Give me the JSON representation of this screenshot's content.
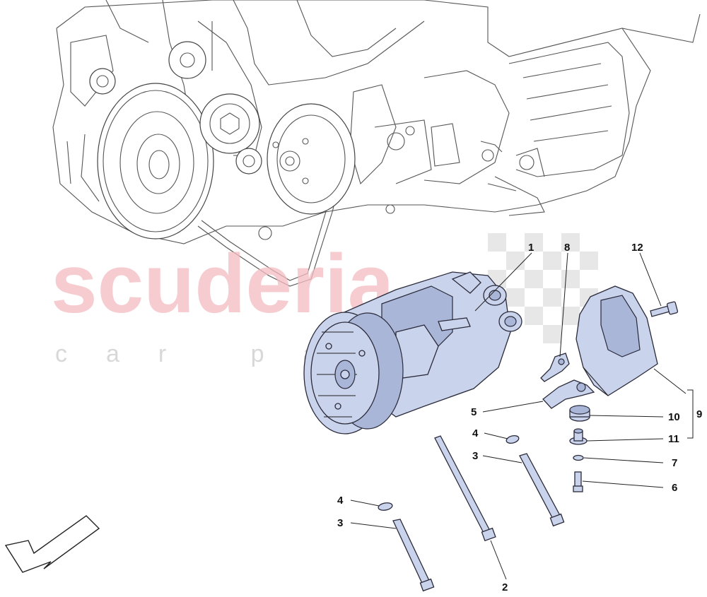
{
  "watermark": {
    "brand": "scuderia",
    "subtitle": "car parts"
  },
  "callouts": [
    {
      "id": "c1",
      "label": "1"
    },
    {
      "id": "c2",
      "label": "2"
    },
    {
      "id": "c3a",
      "label": "3"
    },
    {
      "id": "c3b",
      "label": "3"
    },
    {
      "id": "c4a",
      "label": "4"
    },
    {
      "id": "c4b",
      "label": "4"
    },
    {
      "id": "c5",
      "label": "5"
    },
    {
      "id": "c6",
      "label": "6"
    },
    {
      "id": "c7",
      "label": "7"
    },
    {
      "id": "c8",
      "label": "8"
    },
    {
      "id": "c9",
      "label": "9"
    },
    {
      "id": "c10",
      "label": "10"
    },
    {
      "id": "c11",
      "label": "11"
    },
    {
      "id": "c12",
      "label": "12"
    }
  ],
  "colors": {
    "part_fill": "#c9d3ec",
    "watermark_red": "#f4bcc1",
    "watermark_gray": "#cfcfcf"
  },
  "icons": {
    "direction": "front-direction-arrow-icon"
  }
}
